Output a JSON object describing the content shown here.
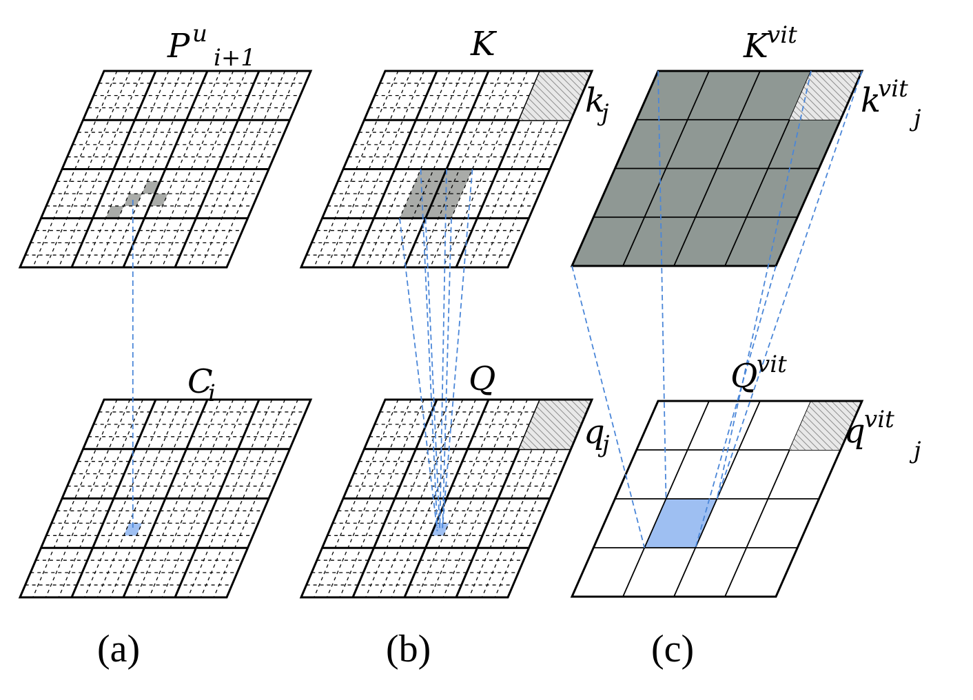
{
  "panels": {
    "a": {
      "caption": "(a)",
      "top_label": {
        "base": "P",
        "sup": "u",
        "sub": "i+1"
      },
      "bottom_label": {
        "base": "C",
        "sub": "i"
      }
    },
    "b": {
      "caption": "(b)",
      "top_label": {
        "base": "K"
      },
      "top_side_label": {
        "base": "k",
        "sub": "j"
      },
      "bottom_label": {
        "base": "Q"
      },
      "bottom_side_label": {
        "base": "q",
        "sub": "j"
      }
    },
    "c": {
      "caption": "(c)",
      "top_label": {
        "base": "K",
        "sup": "vit"
      },
      "top_side_label": {
        "base": "k",
        "sup": "vit",
        "sub": "j"
      },
      "bottom_label": {
        "base": "Q",
        "sup": "vit"
      },
      "bottom_side_label": {
        "base": "q",
        "sup": "vit",
        "sub": "j"
      }
    }
  },
  "colors": {
    "grid_line": "#000000",
    "dashed_subgrid": "#000000",
    "highlight_gray": "#a9aba8",
    "vit_fill": "#8f9894",
    "highlight_blue": "#9ebff2",
    "projection_line": "#4a86d8",
    "hatch": "#9a9a9a"
  }
}
